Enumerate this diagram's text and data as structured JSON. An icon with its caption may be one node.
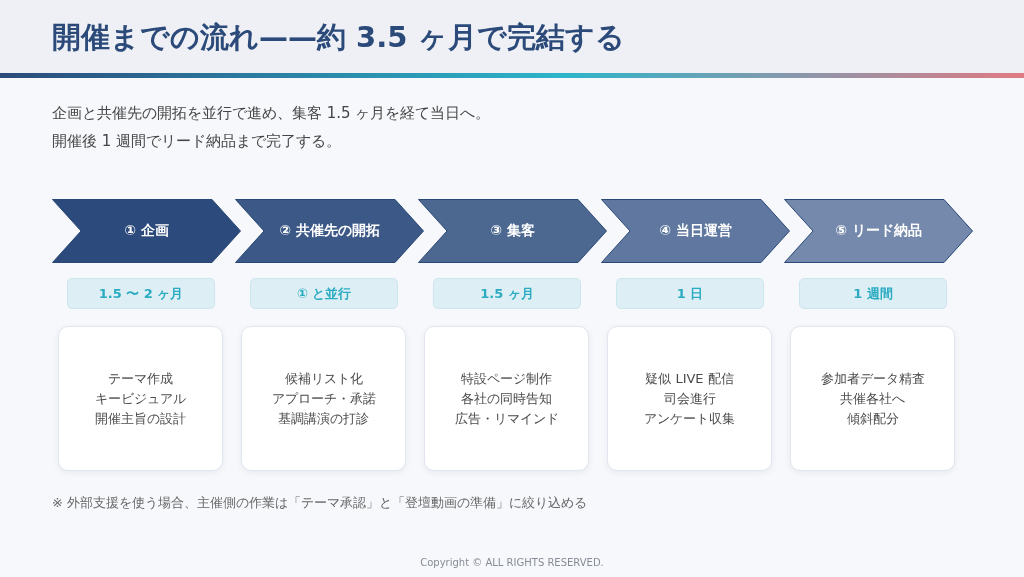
{
  "diagram": {
    "title": "開催までの流れ——約 3.5 ヶ月で完結する",
    "nodes": [
      {
        "text": [
          "① 企画"
        ]
      },
      {
        "text": [
          "② 共催先の開拓"
        ]
      },
      {
        "text": [
          "③ 集客"
        ]
      },
      {
        "text": [
          "④ 当日運営"
        ]
      },
      {
        "text": [
          "⑤ リード納品"
        ]
      },
      {
        "text": [
          "1.5 〜 2 ヶ月"
        ]
      },
      {
        "text": [
          "① と並行"
        ]
      },
      {
        "text": [
          "1.5 ヶ月"
        ]
      },
      {
        "text": [
          "1 日"
        ]
      },
      {
        "text": [
          "1 週間"
        ]
      },
      {
        "text": [
          "テーマ作成",
          "キービジュアル",
          "開催主旨の設計"
        ]
      },
      {
        "text": [
          "候補リスト化",
          "アプローチ・承諾",
          "基調講演の打診"
        ]
      },
      {
        "text": [
          "特設ページ制作",
          "各社の同時告知",
          "広告・リマインド"
        ]
      },
      {
        "text": [
          "疑似 LIVE 配信",
          "司会進行",
          "アンケート収集"
        ]
      },
      {
        "text": [
          "参加者データ精査",
          "共催各社へ傾斜配分"
        ]
      }
    ],
    "labels": [
      "企画と共催先の開拓を並行で進め、集客 1.5 ヶ月を経て当日へ。",
      "開催後 1 週間でリード納品まで完了する。",
      "※ 外部支援を使う場合、主催側の作業は「テーマ承認」と「登壇動画の準備」に絞り込める",
      "Copyright © ALL RIGHTS RESERVED."
    ]
  }
}
